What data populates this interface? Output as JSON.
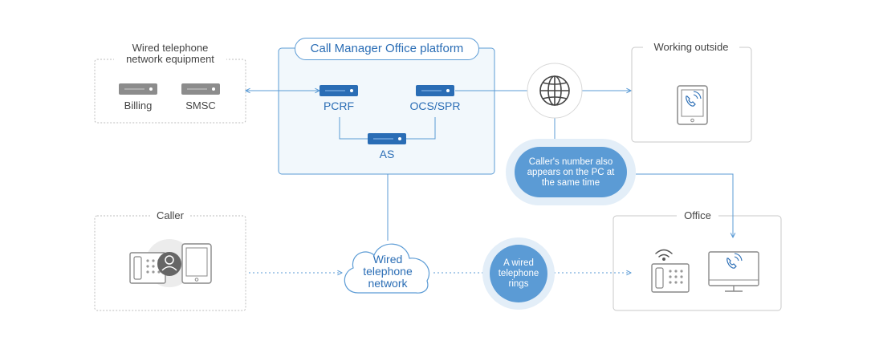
{
  "platform": {
    "title": "Call Manager Office platform"
  },
  "wired_equipment": {
    "title": "Wired telephone network equipment",
    "billing": "Billing",
    "smsc": "SMSC"
  },
  "servers": {
    "pcrf": "PCRF",
    "ocs_spr": "OCS/SPR",
    "as": "AS"
  },
  "working_outside": {
    "title": "Working outside"
  },
  "callout_pc": {
    "text": "Caller's number also appears on the PC at the same time"
  },
  "caller": {
    "title": "Caller"
  },
  "network": {
    "label": "Wired telephone network"
  },
  "callout_ring": {
    "text": "A wired telephone rings"
  },
  "office": {
    "title": "Office"
  },
  "colors": {
    "accent_blue": "#2a6db5",
    "platform_fill": "#f2f8fc",
    "callout_fill": "#5b9bd5",
    "callout_halo": "#e3eef8",
    "server_gray": "#8c8c8c",
    "dotted_border": "#bdbdbd"
  },
  "icons": [
    "server-icon",
    "globe-icon",
    "tablet-phone-icon",
    "desk-phone-icon",
    "user-avatar-icon",
    "monitor-phone-icon",
    "wifi-icon",
    "cloud-icon"
  ]
}
